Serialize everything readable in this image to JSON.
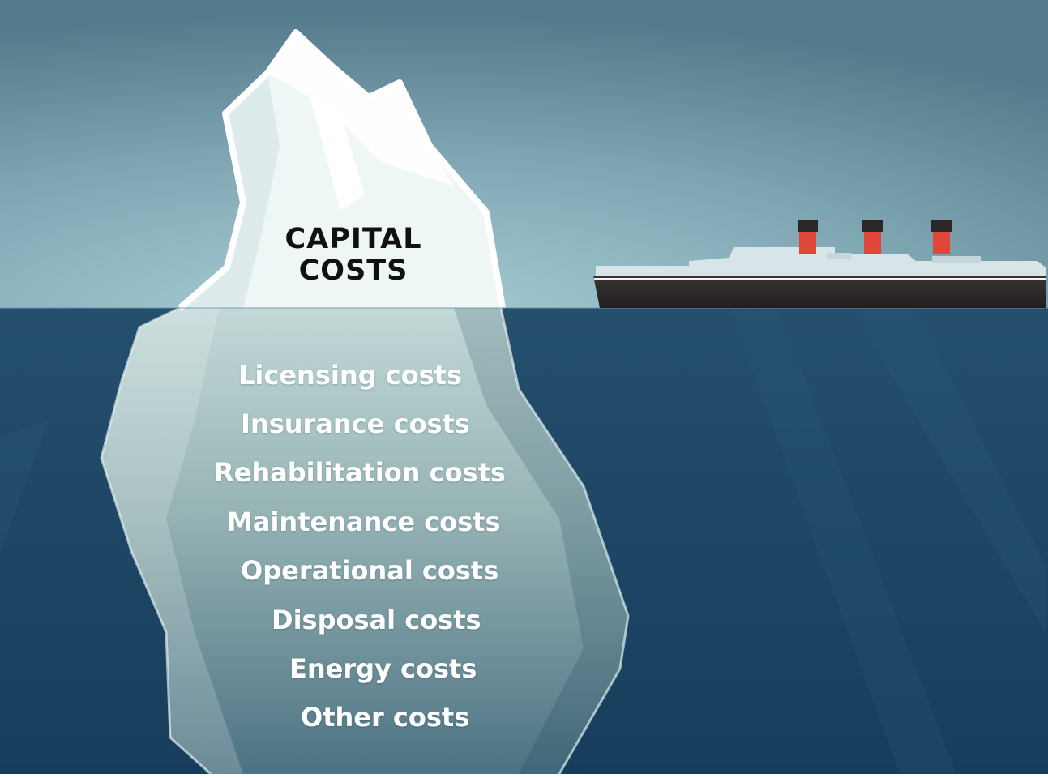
{
  "iceberg": {
    "above_water": {
      "line1": "CAPITAL",
      "line2": "COSTS"
    },
    "below_water": [
      "Licensing costs",
      "Insurance costs",
      "Rehabilitation costs",
      "Maintenance costs",
      "Operational costs",
      "Disposal costs",
      "Energy costs",
      "Other costs"
    ]
  },
  "colors": {
    "sky_top": "#5f8496",
    "sky_bottom": "#9fc6cf",
    "water": "#1a4566",
    "iceberg_light": "#eef6f6",
    "ship_hull": "#2b2727",
    "funnel_red": "#e0463a",
    "funnel_cap": "#2b2727"
  },
  "icons": {
    "ship": "ocean-liner-icon",
    "iceberg": "iceberg-illustration"
  }
}
